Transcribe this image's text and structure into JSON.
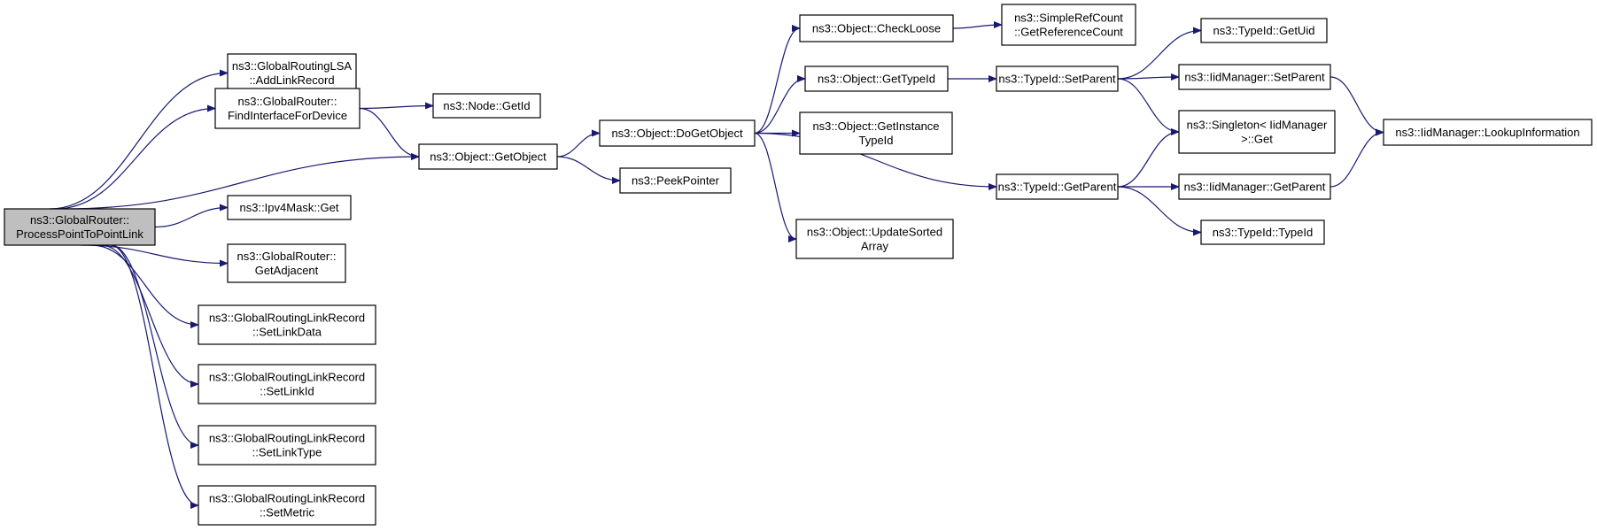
{
  "graph": {
    "edge_color": "#191970",
    "root_fill": "#bfbfbf",
    "nodes": [
      {
        "id": "root",
        "lines": [
          "ns3::GlobalRouter::",
          "ProcessPointToPointLink"
        ],
        "root": true
      },
      {
        "id": "addlink",
        "lines": [
          "ns3::GlobalRoutingLSA",
          "::AddLinkRecord"
        ]
      },
      {
        "id": "findif",
        "lines": [
          "ns3::GlobalRouter::",
          "FindInterfaceForDevice"
        ]
      },
      {
        "id": "ipv4get",
        "lines": [
          "ns3::Ipv4Mask::Get"
        ]
      },
      {
        "id": "getadj",
        "lines": [
          "ns3::GlobalRouter::",
          "GetAdjacent"
        ]
      },
      {
        "id": "setlinkdata",
        "lines": [
          "ns3::GlobalRoutingLinkRecord",
          "::SetLinkData"
        ]
      },
      {
        "id": "setlinkid",
        "lines": [
          "ns3::GlobalRoutingLinkRecord",
          "::SetLinkId"
        ]
      },
      {
        "id": "setlinktype",
        "lines": [
          "ns3::GlobalRoutingLinkRecord",
          "::SetLinkType"
        ]
      },
      {
        "id": "setmetric",
        "lines": [
          "ns3::GlobalRoutingLinkRecord",
          "::SetMetric"
        ]
      },
      {
        "id": "nodegetid",
        "lines": [
          "ns3::Node::GetId"
        ]
      },
      {
        "id": "getobject",
        "lines": [
          "ns3::Object::GetObject"
        ]
      },
      {
        "id": "dogetobject",
        "lines": [
          "ns3::Object::DoGetObject"
        ]
      },
      {
        "id": "peekpointer",
        "lines": [
          "ns3::PeekPointer"
        ]
      },
      {
        "id": "checkloose",
        "lines": [
          "ns3::Object::CheckLoose"
        ]
      },
      {
        "id": "gettypeid",
        "lines": [
          "ns3::Object::GetTypeId"
        ]
      },
      {
        "id": "getinstance",
        "lines": [
          "ns3::Object::GetInstance",
          "TypeId"
        ]
      },
      {
        "id": "updatesorted",
        "lines": [
          "ns3::Object::UpdateSorted",
          "Array"
        ]
      },
      {
        "id": "getrefcount",
        "lines": [
          "ns3::SimpleRefCount",
          "::GetReferenceCount"
        ]
      },
      {
        "id": "tsetparent",
        "lines": [
          "ns3::TypeId::SetParent"
        ]
      },
      {
        "id": "tgetparent",
        "lines": [
          "ns3::TypeId::GetParent"
        ]
      },
      {
        "id": "getuid",
        "lines": [
          "ns3::TypeId::GetUid"
        ]
      },
      {
        "id": "iidsetparent",
        "lines": [
          "ns3::IidManager::SetParent"
        ]
      },
      {
        "id": "singletonget",
        "lines": [
          "ns3::Singleton< IidManager",
          " >::Get"
        ]
      },
      {
        "id": "iidgetparent",
        "lines": [
          "ns3::IidManager::GetParent"
        ]
      },
      {
        "id": "typeidctor",
        "lines": [
          "ns3::TypeId::TypeId"
        ]
      },
      {
        "id": "lookup",
        "lines": [
          "ns3::IidManager::LookupInformation"
        ]
      }
    ],
    "edges": [
      [
        "root",
        "addlink"
      ],
      [
        "root",
        "findif"
      ],
      [
        "root",
        "getobject"
      ],
      [
        "root",
        "ipv4get"
      ],
      [
        "root",
        "getadj"
      ],
      [
        "root",
        "setlinkdata"
      ],
      [
        "root",
        "setlinkid"
      ],
      [
        "root",
        "setlinktype"
      ],
      [
        "root",
        "setmetric"
      ],
      [
        "findif",
        "nodegetid"
      ],
      [
        "findif",
        "getobject"
      ],
      [
        "getobject",
        "dogetobject"
      ],
      [
        "getobject",
        "peekpointer"
      ],
      [
        "dogetobject",
        "checkloose"
      ],
      [
        "dogetobject",
        "gettypeid"
      ],
      [
        "dogetobject",
        "getinstance"
      ],
      [
        "dogetobject",
        "updatesorted"
      ],
      [
        "dogetobject",
        "tgetparent"
      ],
      [
        "checkloose",
        "getrefcount"
      ],
      [
        "gettypeid",
        "tsetparent"
      ],
      [
        "tsetparent",
        "getuid"
      ],
      [
        "tsetparent",
        "iidsetparent"
      ],
      [
        "tsetparent",
        "singletonget"
      ],
      [
        "tgetparent",
        "singletonget"
      ],
      [
        "tgetparent",
        "iidgetparent"
      ],
      [
        "tgetparent",
        "typeidctor"
      ],
      [
        "iidsetparent",
        "lookup"
      ],
      [
        "iidgetparent",
        "lookup"
      ]
    ]
  }
}
